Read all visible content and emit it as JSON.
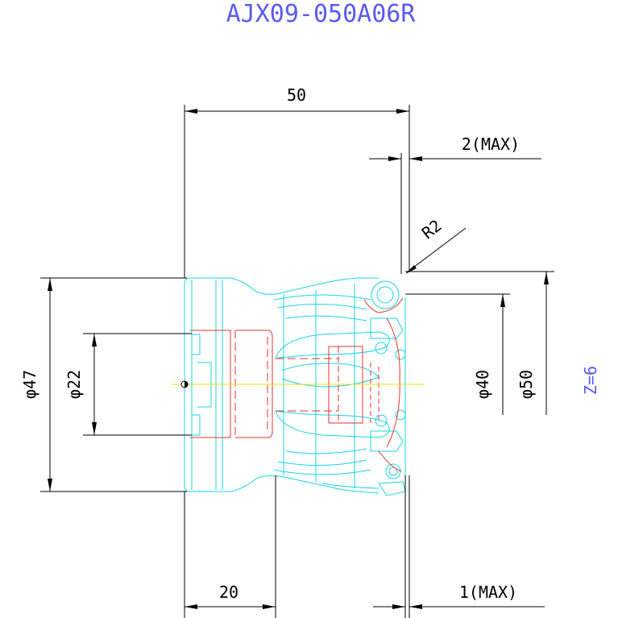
{
  "title": "AJX09-050A06R",
  "dimensions": {
    "length_50": "50",
    "max_2": "2(MAX)",
    "radius": "R2",
    "dia_47": "φ47",
    "dia_22": "φ22",
    "dia_40": "φ40",
    "dia_50": "φ50",
    "length_20": "20",
    "max_1": "1(MAX)"
  },
  "teeth": "Z=6",
  "colors": {
    "title": "#5a5af0",
    "outline": "#19d4e6",
    "bore": "#e63232",
    "center_line": "#f0e000",
    "dimension": "#000000"
  }
}
